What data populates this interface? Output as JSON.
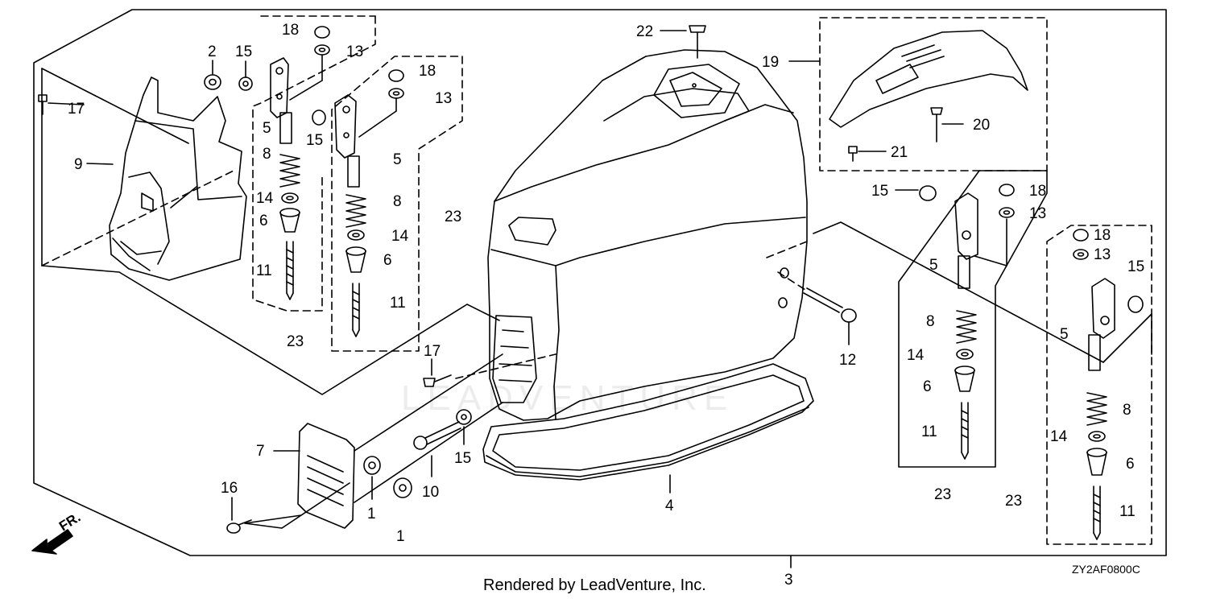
{
  "diagram": {
    "part_code": "ZY2AF0800C",
    "credit": "Rendered by LeadVenture, Inc.",
    "watermark": "LEADVENTURE",
    "direction_label": "FR.",
    "frame_label": "3",
    "colors": {
      "line": "#000000",
      "background": "#ffffff"
    },
    "callouts": [
      {
        "id": "c2",
        "text": "2"
      },
      {
        "id": "c15a",
        "text": "15"
      },
      {
        "id": "c17a",
        "text": "17"
      },
      {
        "id": "c9",
        "text": "9"
      },
      {
        "id": "c18a",
        "text": "18"
      },
      {
        "id": "c13a",
        "text": "13"
      },
      {
        "id": "c5a",
        "text": "5"
      },
      {
        "id": "c15b",
        "text": "15"
      },
      {
        "id": "c8a",
        "text": "8"
      },
      {
        "id": "c14a",
        "text": "14"
      },
      {
        "id": "c6a",
        "text": "6"
      },
      {
        "id": "c11a",
        "text": "11"
      },
      {
        "id": "c23a",
        "text": "23"
      },
      {
        "id": "c18b",
        "text": "18"
      },
      {
        "id": "c13b",
        "text": "13"
      },
      {
        "id": "c5b",
        "text": "5"
      },
      {
        "id": "c8b",
        "text": "8"
      },
      {
        "id": "c14b",
        "text": "14"
      },
      {
        "id": "c6b",
        "text": "6"
      },
      {
        "id": "c11b",
        "text": "11"
      },
      {
        "id": "c23b",
        "text": "23"
      },
      {
        "id": "c22",
        "text": "22"
      },
      {
        "id": "c19",
        "text": "19"
      },
      {
        "id": "c20",
        "text": "20"
      },
      {
        "id": "c21",
        "text": "21"
      },
      {
        "id": "c15c",
        "text": "15"
      },
      {
        "id": "c18c",
        "text": "18"
      },
      {
        "id": "c13c",
        "text": "13"
      },
      {
        "id": "c5c",
        "text": "5"
      },
      {
        "id": "c8c",
        "text": "8"
      },
      {
        "id": "c14c",
        "text": "14"
      },
      {
        "id": "c6c",
        "text": "6"
      },
      {
        "id": "c11c",
        "text": "11"
      },
      {
        "id": "c23c",
        "text": "23"
      },
      {
        "id": "c18d",
        "text": "18"
      },
      {
        "id": "c13d",
        "text": "13"
      },
      {
        "id": "c15d",
        "text": "15"
      },
      {
        "id": "c5d",
        "text": "5"
      },
      {
        "id": "c8d",
        "text": "8"
      },
      {
        "id": "c14d",
        "text": "14"
      },
      {
        "id": "c6d",
        "text": "6"
      },
      {
        "id": "c11d",
        "text": "11"
      },
      {
        "id": "c23d",
        "text": "23"
      },
      {
        "id": "c12",
        "text": "12"
      },
      {
        "id": "c17b",
        "text": "17"
      },
      {
        "id": "c7",
        "text": "7"
      },
      {
        "id": "c16",
        "text": "16"
      },
      {
        "id": "c1a",
        "text": "1"
      },
      {
        "id": "c1b",
        "text": "1"
      },
      {
        "id": "c10",
        "text": "10"
      },
      {
        "id": "c15e",
        "text": "15"
      },
      {
        "id": "c4",
        "text": "4"
      }
    ]
  }
}
